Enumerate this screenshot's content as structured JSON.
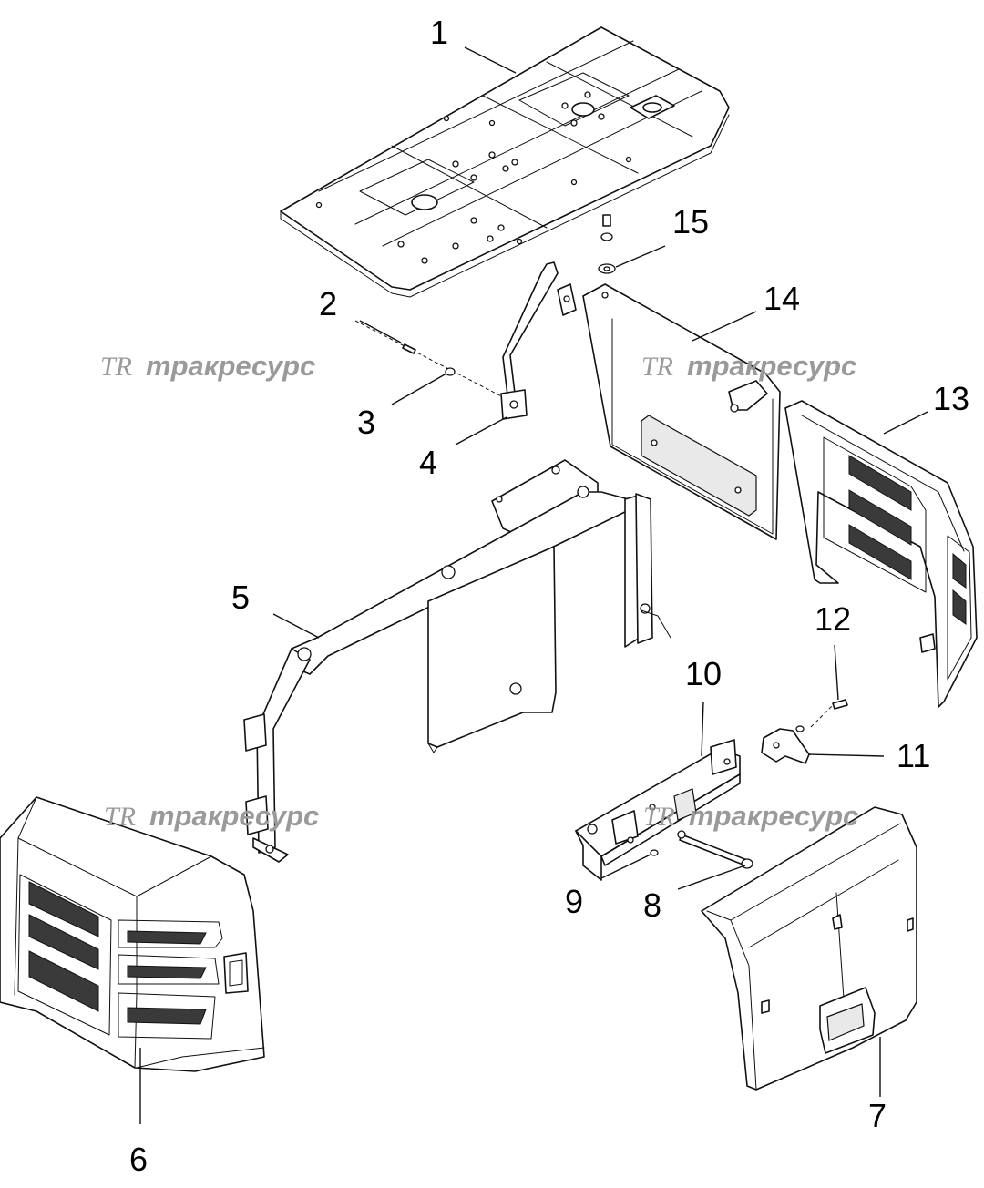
{
  "watermark": {
    "logo": "TR",
    "text": "тракресурс",
    "color": "#9a9a9a"
  },
  "callouts": [
    {
      "id": "1",
      "label": "1"
    },
    {
      "id": "2",
      "label": "2"
    },
    {
      "id": "3",
      "label": "3"
    },
    {
      "id": "4",
      "label": "4"
    },
    {
      "id": "5",
      "label": "5"
    },
    {
      "id": "6",
      "label": "6"
    },
    {
      "id": "7",
      "label": "7"
    },
    {
      "id": "8",
      "label": "8"
    },
    {
      "id": "9",
      "label": "9"
    },
    {
      "id": "10",
      "label": "10"
    },
    {
      "id": "11",
      "label": "11"
    },
    {
      "id": "12",
      "label": "12"
    },
    {
      "id": "13",
      "label": "13"
    },
    {
      "id": "14",
      "label": "14"
    },
    {
      "id": "15",
      "label": "15"
    }
  ]
}
